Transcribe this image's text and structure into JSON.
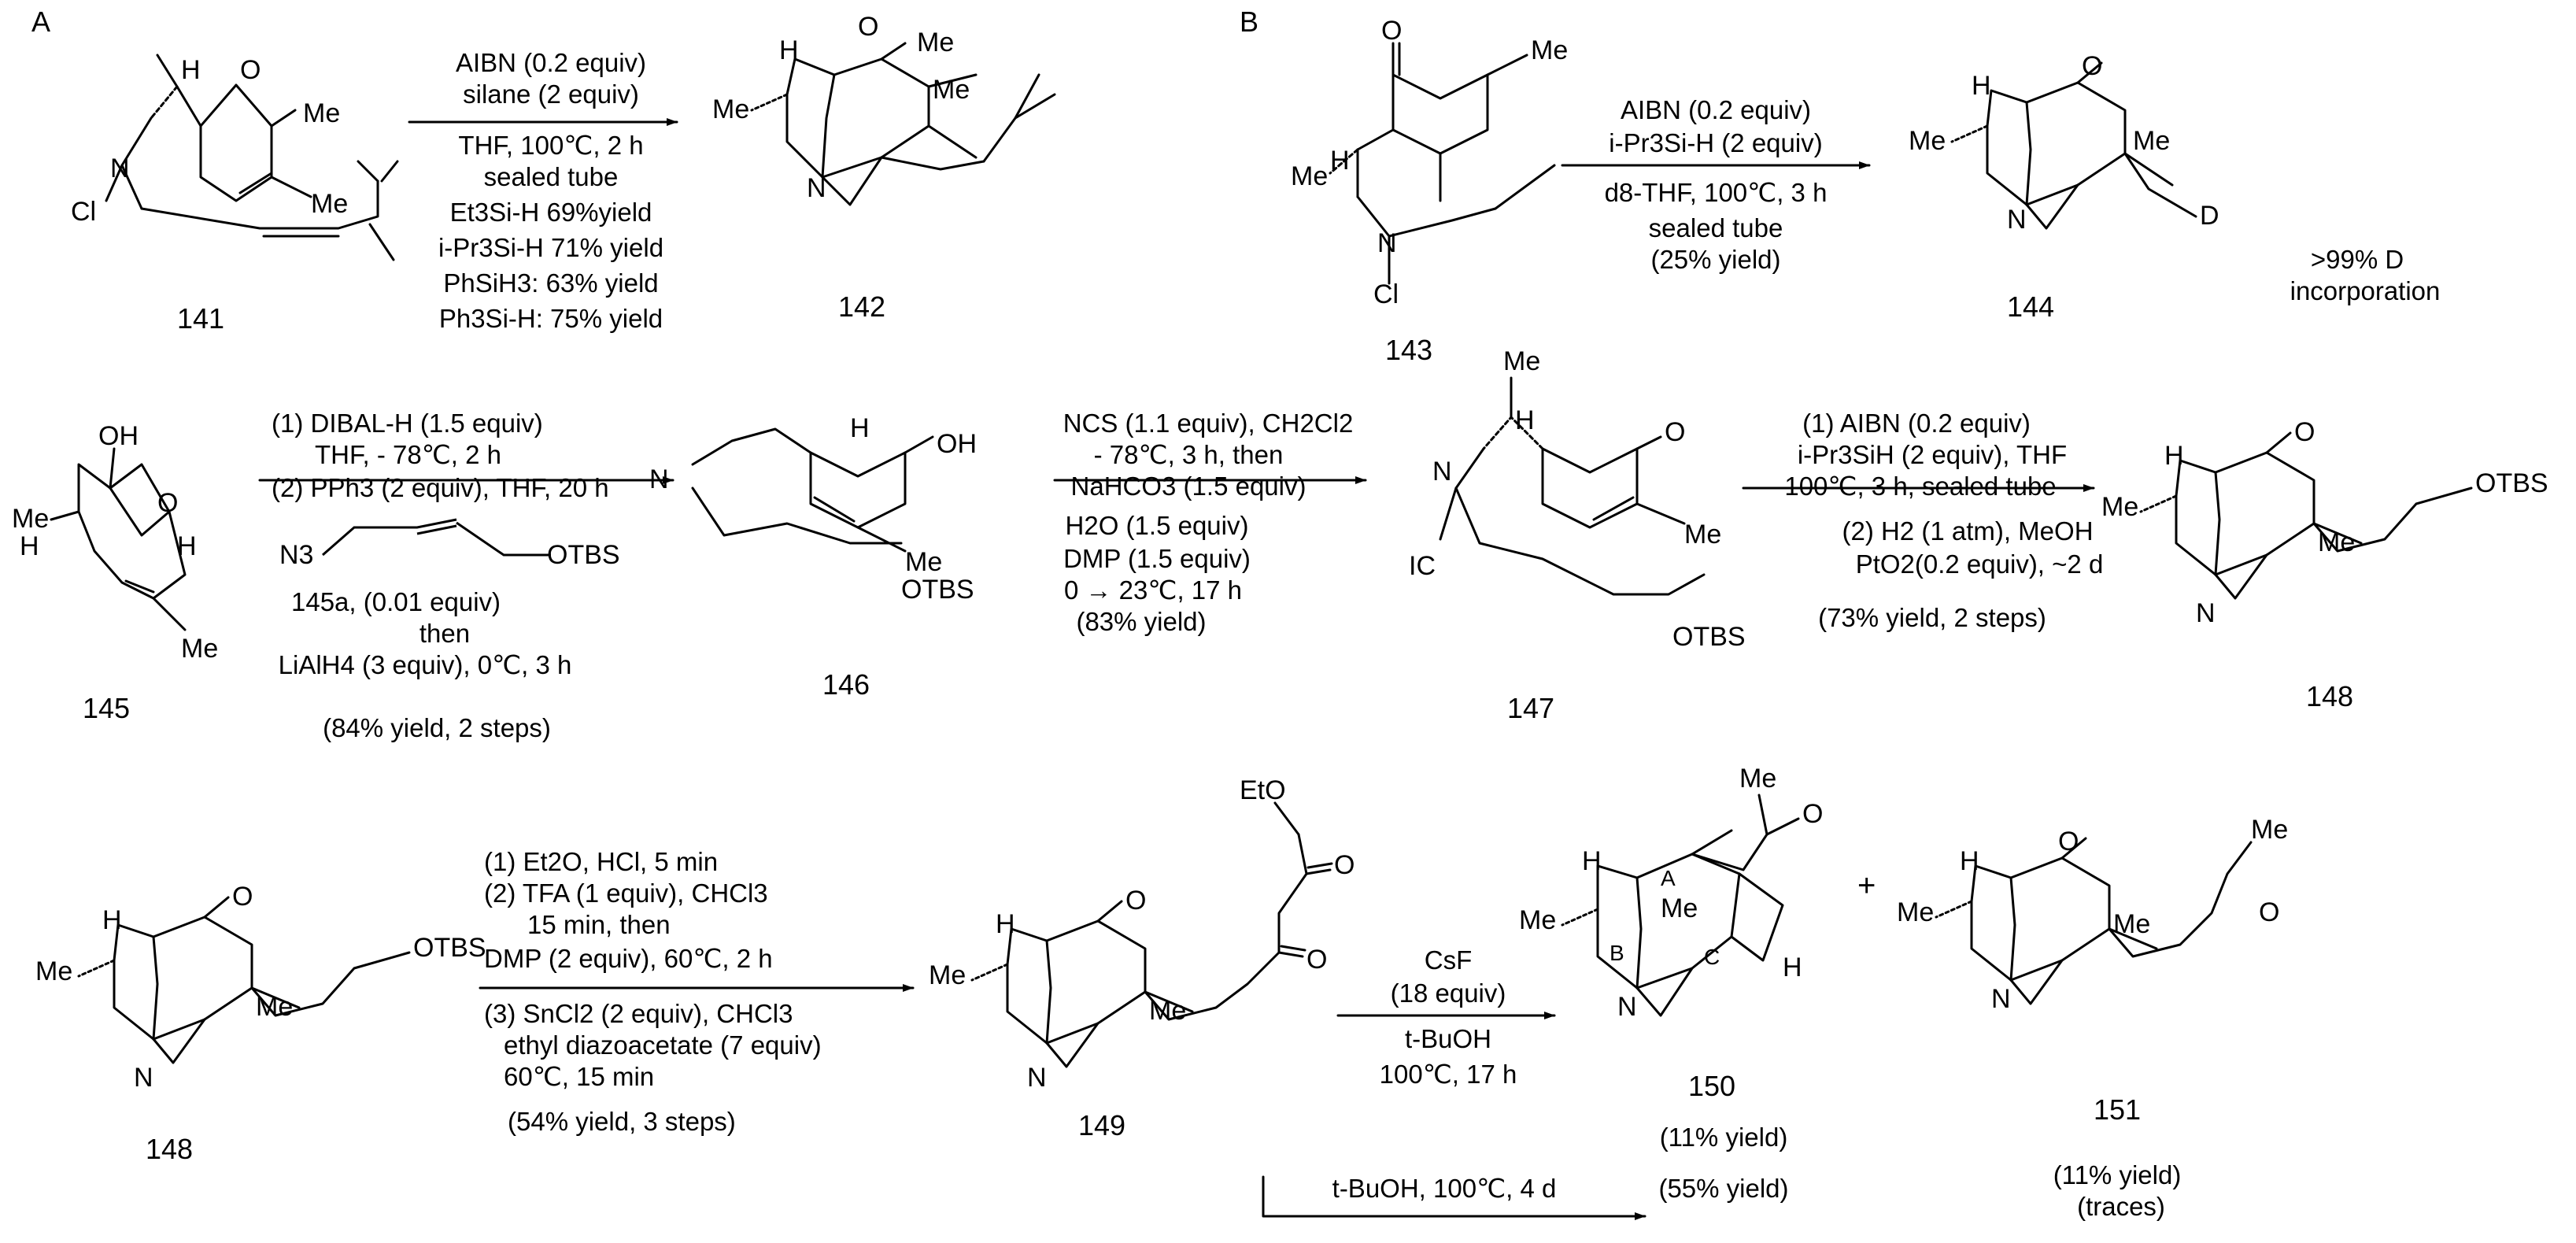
{
  "panels": {
    "a": "A",
    "b": "B"
  },
  "compounds": {
    "c141": "141",
    "c142": "142",
    "c143": "143",
    "c144": "144",
    "c145": "145",
    "c146": "146",
    "c147": "147",
    "c148": "148",
    "c148b": "148",
    "c149": "149",
    "c150": "150",
    "c151": "151"
  },
  "atoms": {
    "H": "H",
    "O": "O",
    "N": "N",
    "Me": "Me",
    "Cl": "Cl",
    "D": "D",
    "OH": "OH",
    "OTBS": "OTBS",
    "Et": "Et",
    "OEt": "EtO",
    "IC": "IC",
    "N3": "N3",
    "ringA": "A",
    "ringB": "B",
    "ringC": "C"
  },
  "reactions": {
    "r1": {
      "l1": "AIBN (0.2 equiv)",
      "l2": "silane (2 equiv)",
      "l3": "THF, 100℃, 2 h",
      "l4": "sealed tube",
      "y1": "Et3Si-H  69%yield",
      "y2": "i-Pr3Si-H  71% yield",
      "y3": "PhSiH3:  63% yield",
      "y4": "Ph3Si-H:  75% yield"
    },
    "r2": {
      "l1": "AIBN (0.2 equiv)",
      "l2": "i-Pr3Si-H (2 equiv)",
      "l3": "d8-THF, 100℃, 3 h",
      "l4": "sealed tube",
      "l5": "(25% yield)"
    },
    "r2note": {
      "l1": ">99% D",
      "l2": "incorporation"
    },
    "r3": {
      "l1": "(1) DIBAL-H (1.5 equiv)",
      "l2": "THF, - 78℃, 2 h",
      "l3": "(2) PPh3 (2 equiv), THF, 20 h",
      "l4": "145a, (0.01 equiv)",
      "l5": "then",
      "l6": "LiAlH4 (3 equiv), 0℃, 3 h",
      "l7": "(84% yield, 2 steps)"
    },
    "r4": {
      "l1": "NCS (1.1 equiv), CH2Cl2",
      "l2": "- 78℃, 3 h, then",
      "l3": "NaHCO3 (1.5 equiv)",
      "l4": "H2O (1.5 equiv)",
      "l5": "DMP (1.5 equiv)",
      "l6": "0 → 23℃, 17 h",
      "l7": "(83% yield)"
    },
    "r5": {
      "l1": "(1) AIBN (0.2 equiv)",
      "l2": "i-Pr3SiH (2 equiv), THF",
      "l3": "100℃, 3 h, sealed tube",
      "l4": "(2) H2 (1 atm), MeOH",
      "l5": "PtO2(0.2 equiv), ~2 d",
      "l6": "(73% yield, 2 steps)"
    },
    "r6": {
      "l1": "(1) Et2O, HCl, 5 min",
      "l2": "(2) TFA (1 equiv), CHCl3",
      "l3": "15 min, then",
      "l4": "DMP (2 equiv), 60℃, 2 h",
      "l5": "(3) SnCl2 (2 equiv), CHCl3",
      "l6": "ethyl diazoacetate (7 equiv)",
      "l7": "60℃, 15 min",
      "l8": "(54% yield, 3 steps)"
    },
    "r7": {
      "l1": "CsF",
      "l2": "(18 equiv)",
      "l3": "t-BuOH",
      "l4": "100℃, 17 h"
    },
    "r8": {
      "l1": "t-BuOH, 100℃, 4 d"
    }
  },
  "plus": "+",
  "yields": {
    "y150a": "(11% yield)",
    "y150b": "(55% yield)",
    "y151a": "(11% yield)",
    "y151b": "(traces)"
  }
}
